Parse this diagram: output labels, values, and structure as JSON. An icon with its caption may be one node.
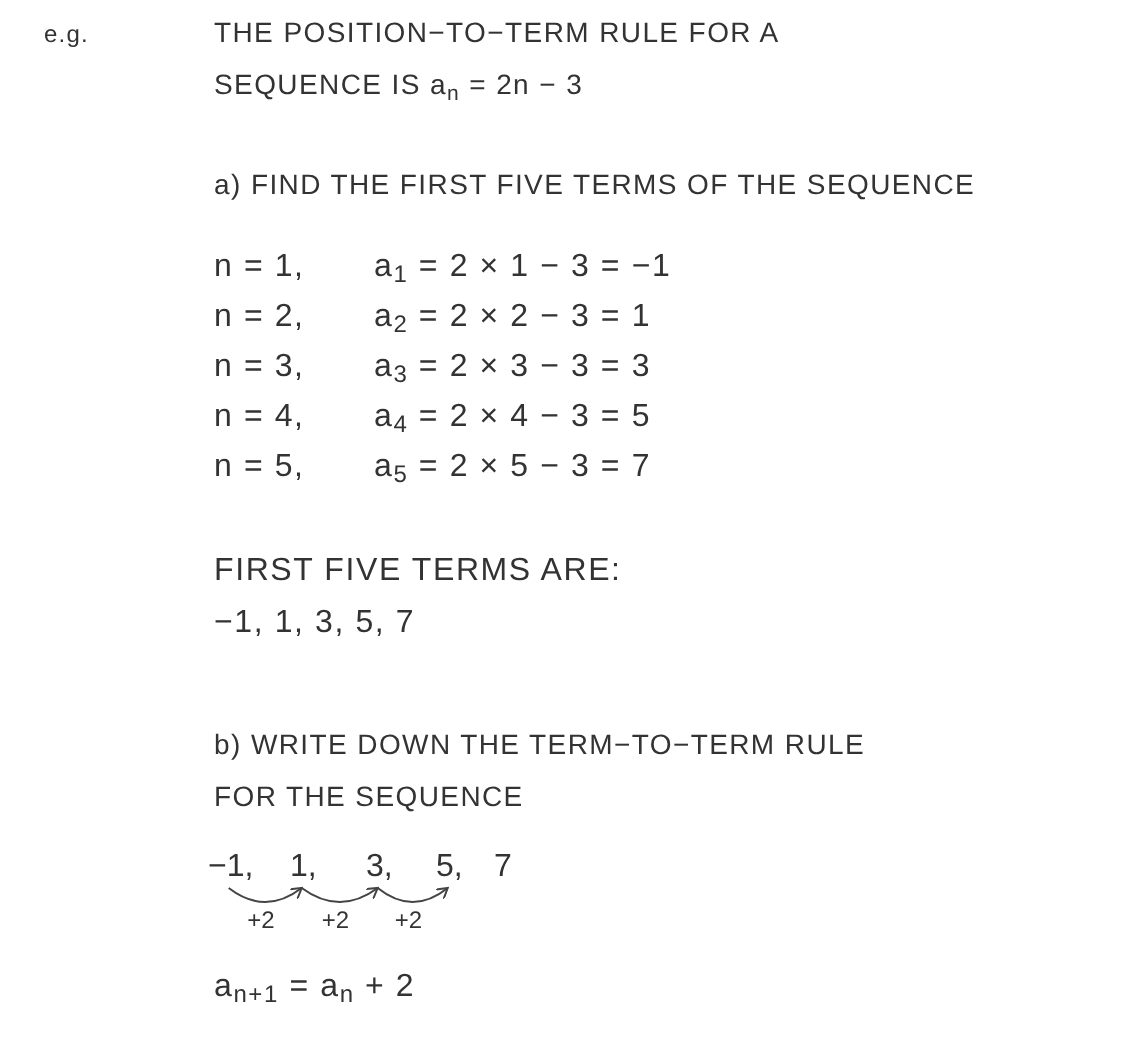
{
  "diagram": {
    "nodes": [
      {
        "text": [
          "−1,"
        ]
      },
      {
        "text": [
          "1,"
        ]
      },
      {
        "text": [
          "3,"
        ]
      },
      {
        "text": [
          "5,"
        ]
      },
      {
        "text": [
          "7"
        ]
      }
    ],
    "edges": [
      {
        "from": 0,
        "to": 1,
        "arrow": "to",
        "label": "+2"
      },
      {
        "from": 1,
        "to": 2,
        "arrow": "to",
        "label": "+2"
      },
      {
        "from": 2,
        "to": 3,
        "arrow": "to",
        "label": "+2"
      }
    ],
    "labels": [
      "e.g.",
      "THE POSITION−TO−TERM RULE FOR A",
      "SEQUENCE IS a$_{n}$ = 2n − 3",
      "a) FIND THE FIRST FIVE TERMS OF THE SEQUENCE",
      "n = 1,",
      "a$_{1}$ = 2 × 1 − 3 = −1",
      "n = 2,",
      "a$_{2}$ = 2 × 2 − 3 = 1",
      "n = 3,",
      "a$_{3}$ = 2 × 3 − 3 = 3",
      "n = 4,",
      "a$_{4}$ = 2 × 4 − 3 = 5",
      "n = 5,",
      "a$_{5}$ = 2 × 5 − 3 = 7",
      "FIRST FIVE TERMS ARE:",
      "−1, 1, 3, 5, 7",
      "b) WRITE DOWN THE TERM−TO−TERM RULE",
      "FOR THE SEQUENCE",
      "a$_{n+1}$ = a$_{n}$ + 2"
    ]
  }
}
